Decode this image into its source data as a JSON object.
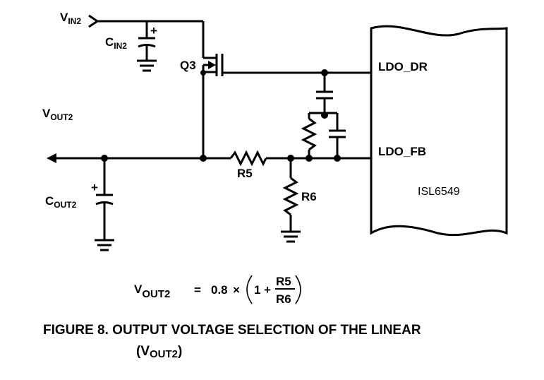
{
  "schematic": {
    "vin2": {
      "main": "V",
      "sub": "IN2"
    },
    "cin2": {
      "main": "C",
      "sub": "IN2",
      "polarity": "+"
    },
    "q3": "Q3",
    "vout2": {
      "main": "V",
      "sub": "OUT2"
    },
    "cout2": {
      "main": "C",
      "sub": "OUT2",
      "polarity": "+"
    },
    "r5": "R5",
    "r6": "R6",
    "ldo_dr": "LDO_DR",
    "ldo_fb": "LDO_FB",
    "chip_name": "ISL6549"
  },
  "equation": {
    "lhs_main": "V",
    "lhs_sub": "OUT2",
    "equals": "=",
    "coef": "0.8",
    "times": "×",
    "one_plus": "1 +",
    "num": "R5",
    "den": "R6"
  },
  "caption": {
    "line1": "FIGURE 8.  OUTPUT VOLTAGE SELECTION OF THE LINEAR",
    "line2_open": "(V",
    "line2_sub": "OUT2",
    "line2_close": ")"
  }
}
